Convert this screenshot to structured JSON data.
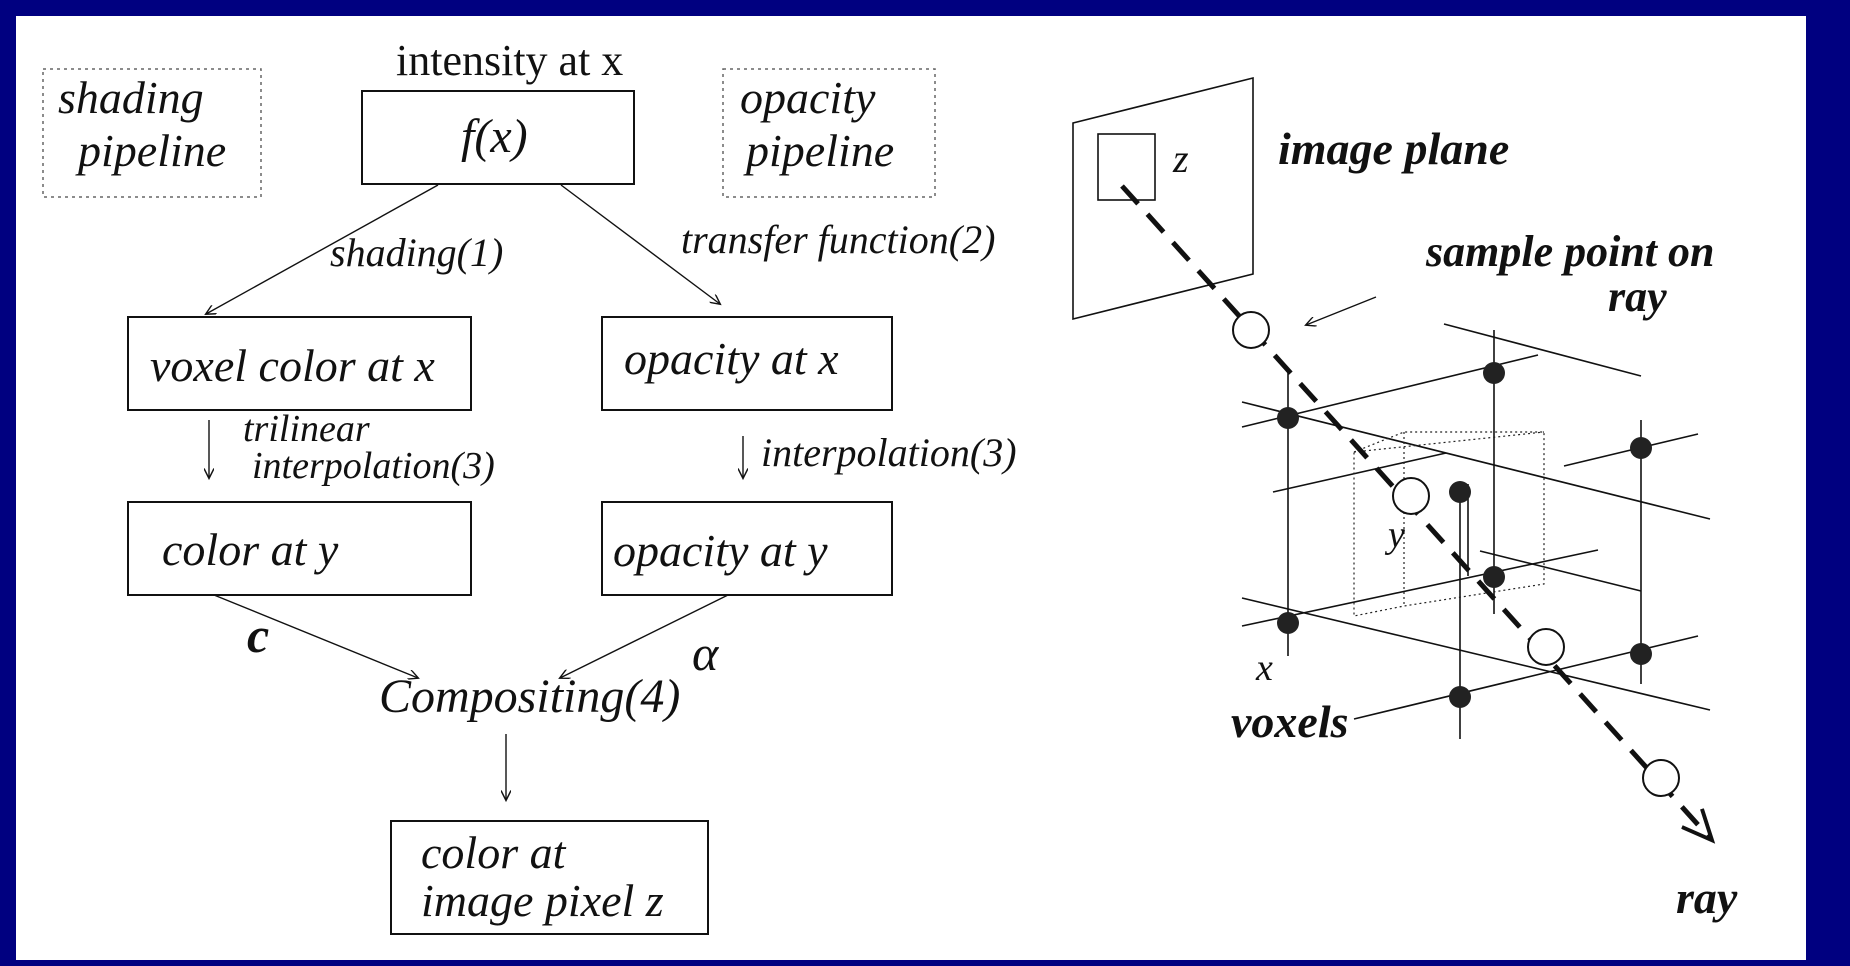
{
  "colors": {
    "background_frame": "#000080",
    "canvas": "#ffffff",
    "ink": "#111111"
  },
  "pipeline": {
    "shading_pipeline_label": "shading\npipeline",
    "opacity_pipeline_label": "opacity\npipeline",
    "intensity_label": "intensity at x",
    "fx_box": "f(x)",
    "shading_edge": "shading(1)",
    "transfer_edge": "transfer function(2)",
    "voxel_color_box": "voxel color at x",
    "opacity_x_box": "opacity at x",
    "trilinear_edge": "trilinear\ninterpolation(3)",
    "interpolation_edge": "interpolation(3)",
    "color_y_box": "color at y",
    "opacity_y_box": "opacity at y",
    "c_label": "c",
    "alpha_label": "α",
    "compositing": "Compositing(4)",
    "output_box": "color at\nimage pixel z"
  },
  "ray_diagram": {
    "image_plane_label": "image plane",
    "z_label": "z",
    "sample_point_label": "sample point on\nray",
    "y_label": "y",
    "x_label": "x",
    "voxels_label": "voxels",
    "ray_label": "ray"
  }
}
